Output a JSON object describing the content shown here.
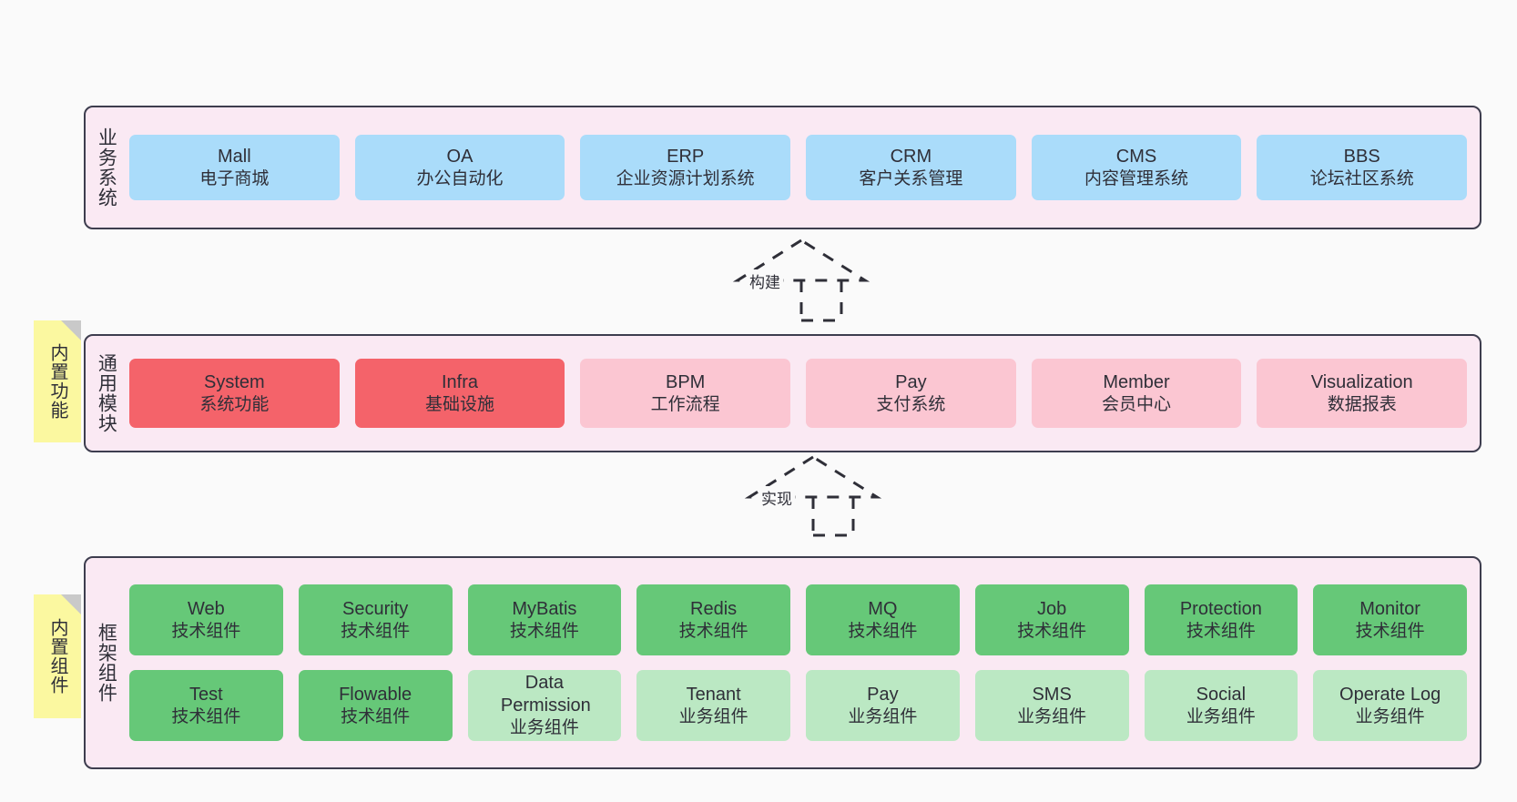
{
  "diagram": {
    "background_color": "#fafafa",
    "layer_fill": "#fae9f3",
    "layer_border": "#3d3d4e",
    "note_color": "#fbf8a0"
  },
  "layers": [
    {
      "key": "business",
      "title": "业务系统",
      "note": null,
      "rows": [
        {
          "cards": [
            {
              "name": "Mall",
              "desc": "电子商城",
              "color": "#aadcfa",
              "variant": "c-blue"
            },
            {
              "name": "OA",
              "desc": "办公自动化",
              "color": "#aadcfa",
              "variant": "c-blue"
            },
            {
              "name": "ERP",
              "desc": "企业资源计划系统",
              "color": "#aadcfa",
              "variant": "c-blue"
            },
            {
              "name": "CRM",
              "desc": "客户关系管理",
              "color": "#aadcfa",
              "variant": "c-blue"
            },
            {
              "name": "CMS",
              "desc": "内容管理系统",
              "color": "#aadcfa",
              "variant": "c-blue"
            },
            {
              "name": "BBS",
              "desc": "论坛社区系统",
              "color": "#aadcfa",
              "variant": "c-blue"
            }
          ]
        }
      ]
    },
    {
      "key": "common",
      "title": "通用模块",
      "note": "内置功能",
      "rows": [
        {
          "cards": [
            {
              "name": "System",
              "desc": "系统功能",
              "color": "#f4636a",
              "variant": "c-red"
            },
            {
              "name": "Infra",
              "desc": "基础设施",
              "color": "#f4636a",
              "variant": "c-red"
            },
            {
              "name": "BPM",
              "desc": "工作流程",
              "color": "#fbc6d2",
              "variant": "c-pink"
            },
            {
              "name": "Pay",
              "desc": "支付系统",
              "color": "#fbc6d2",
              "variant": "c-pink"
            },
            {
              "name": "Member",
              "desc": "会员中心",
              "color": "#fbc6d2",
              "variant": "c-pink"
            },
            {
              "name": "Visualization",
              "desc": "数据报表",
              "color": "#fbc6d2",
              "variant": "c-pink"
            }
          ]
        }
      ]
    },
    {
      "key": "framework",
      "title": "框架组件",
      "note": "内置组件",
      "rows": [
        {
          "cards": [
            {
              "name": "Web",
              "desc": "技术组件",
              "color": "#66c878",
              "variant": "c-green"
            },
            {
              "name": "Security",
              "desc": "技术组件",
              "color": "#66c878",
              "variant": "c-green"
            },
            {
              "name": "MyBatis",
              "desc": "技术组件",
              "color": "#66c878",
              "variant": "c-green"
            },
            {
              "name": "Redis",
              "desc": "技术组件",
              "color": "#66c878",
              "variant": "c-green"
            },
            {
              "name": "MQ",
              "desc": "技术组件",
              "color": "#66c878",
              "variant": "c-green"
            },
            {
              "name": "Job",
              "desc": "技术组件",
              "color": "#66c878",
              "variant": "c-green"
            },
            {
              "name": "Protection",
              "desc": "技术组件",
              "color": "#66c878",
              "variant": "c-green"
            },
            {
              "name": "Monitor",
              "desc": "技术组件",
              "color": "#66c878",
              "variant": "c-green"
            }
          ]
        },
        {
          "cards": [
            {
              "name": "Test",
              "desc": "技术组件",
              "color": "#66c878",
              "variant": "c-green"
            },
            {
              "name": "Flowable",
              "desc": "技术组件",
              "color": "#66c878",
              "variant": "c-green"
            },
            {
              "name": "Data Permission",
              "desc": "业务组件",
              "color": "#bbe8c3",
              "variant": "c-lightgreen"
            },
            {
              "name": "Tenant",
              "desc": "业务组件",
              "color": "#bbe8c3",
              "variant": "c-lightgreen"
            },
            {
              "name": "Pay",
              "desc": "业务组件",
              "color": "#bbe8c3",
              "variant": "c-lightgreen"
            },
            {
              "name": "SMS",
              "desc": "业务组件",
              "color": "#bbe8c3",
              "variant": "c-lightgreen"
            },
            {
              "name": "Social",
              "desc": "业务组件",
              "color": "#bbe8c3",
              "variant": "c-lightgreen"
            },
            {
              "name": "Operate Log",
              "desc": "业务组件",
              "color": "#bbe8c3",
              "variant": "c-lightgreen"
            }
          ]
        }
      ]
    }
  ],
  "arrows": [
    {
      "key": "build",
      "label": "构建",
      "from": "common",
      "to": "business"
    },
    {
      "key": "implement",
      "label": "实现",
      "from": "framework",
      "to": "common"
    }
  ]
}
